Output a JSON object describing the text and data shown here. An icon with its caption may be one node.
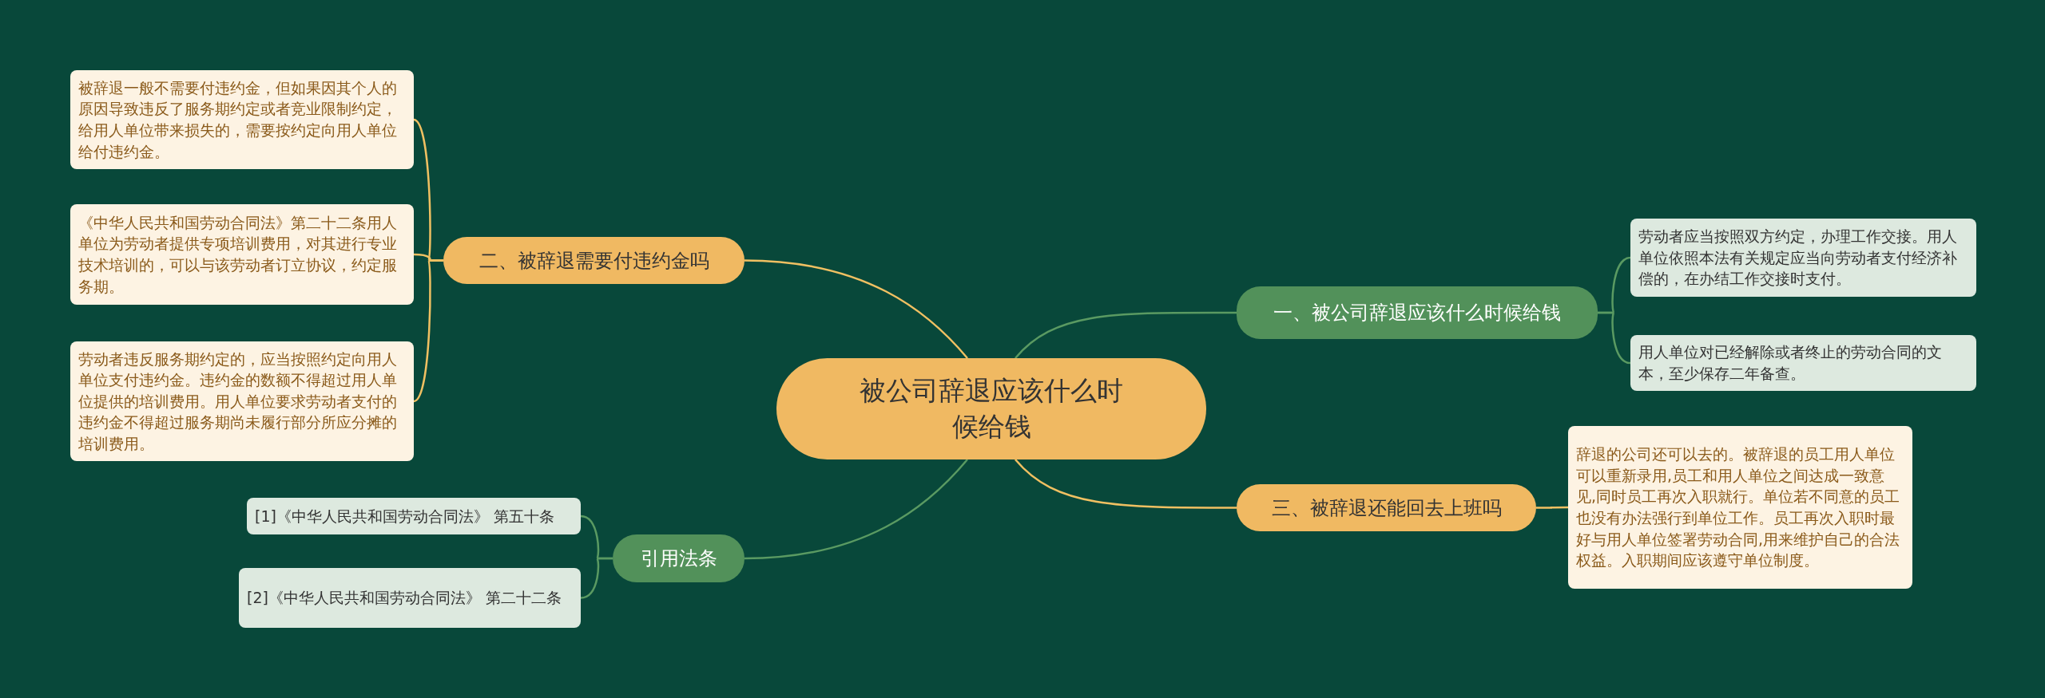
{
  "diagram": {
    "nodes": [
      {
        "text": [
          "被公司辞退应该什么时候给钱"
        ]
      },
      {
        "text": [
          "二、被辞退需要付违约金吗"
        ]
      },
      {
        "text": [
          "被辞退一般不需要付违约金，但如果因其个人的原因导致违反了服务期约定或者竞业限制约定，给用人单位带来损失的，需要按约定向用人单位给付违约金。"
        ]
      },
      {
        "text": [
          "《中华人民共和国劳动合同法》第二十二条用人单位为劳动者提供专项培训费用，对其进行专业技术培训的，可以与该劳动者订立协议，约定服务期。"
        ]
      },
      {
        "text": [
          "劳动者违反服务期约定的，应当按照约定向用人单位支付违约金。违约金的数额不得超过用人单位提供的培训费用。用人单位要求劳动者支付的违约金不得超过服务期尚未履行部分所应分摊的培训费用。"
        ]
      },
      {
        "text": [
          "引用法条"
        ]
      },
      {
        "text": [
          "[1]《中华人民共和国劳动合同法》 第五十条"
        ]
      },
      {
        "text": [
          "[2]《中华人民共和国劳动合同法》 第二十二条"
        ]
      },
      {
        "text": [
          "一、被公司辞退应该什么时候给钱"
        ]
      },
      {
        "text": [
          "劳动者应当按照双方约定，办理工作交接。用人单位依照本法有关规定应当向劳动者支付经济补偿的，在办结工作交接时支付。"
        ]
      },
      {
        "text": [
          "用人单位对已经解除或者终止的劳动合同的文本，至少保存二年备查。"
        ]
      },
      {
        "text": [
          "三、被辞退还能回去上班吗"
        ]
      },
      {
        "text": [
          "辞退的公司还可以去的。被辞退的员工用人单位可以重新录用,员工和用人单位之间达成一致意见,同时员工再次入职就行。单位若不同意的员工也没有办法强行到单位工作。员工再次入职时最好与用人单位签署劳动合同,用来维护自己的合法权益。入职期间应该遵守单位制度。"
        ]
      }
    ],
    "edges": [
      {
        "from": 0,
        "to": 1,
        "arrow": "none"
      },
      {
        "from": 1,
        "to": 2,
        "arrow": "none"
      },
      {
        "from": 1,
        "to": 3,
        "arrow": "none"
      },
      {
        "from": 1,
        "to": 4,
        "arrow": "none"
      },
      {
        "from": 0,
        "to": 5,
        "arrow": "none",
        "color": "#5a9a62"
      },
      {
        "from": 5,
        "to": 6,
        "arrow": "none",
        "color": "#5a9a62"
      },
      {
        "from": 5,
        "to": 7,
        "arrow": "none",
        "color": "#5a9a62"
      },
      {
        "from": 0,
        "to": 8,
        "arrow": "none",
        "color": "#5a9a62"
      },
      {
        "from": 8,
        "to": 9,
        "arrow": "none",
        "color": "#5a9a62"
      },
      {
        "from": 8,
        "to": 10,
        "arrow": "none",
        "color": "#5a9a62"
      },
      {
        "from": 0,
        "to": 11,
        "arrow": "none"
      },
      {
        "from": 11,
        "to": 12,
        "arrow": "none"
      }
    ]
  }
}
